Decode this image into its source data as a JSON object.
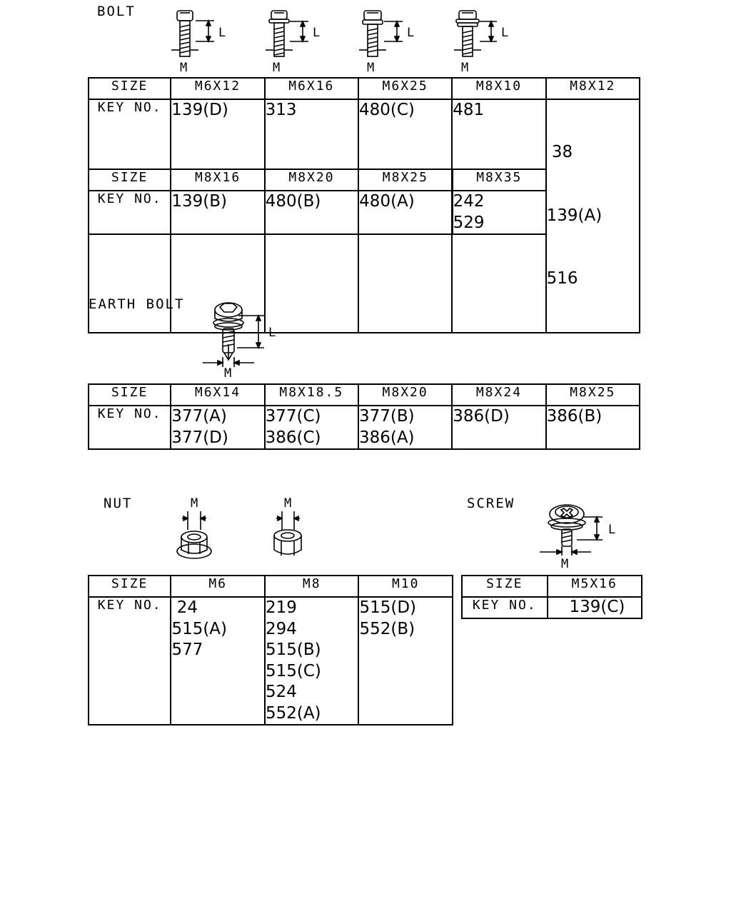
{
  "common": {
    "size_header": "SIZE",
    "key_header": "KEY NO.",
    "dim_length": "L",
    "dim_thread": "M"
  },
  "bolt": {
    "title": "BOLT",
    "table1": {
      "sizes": [
        "M6X12",
        "M6X16",
        "M6X25",
        "M8X10",
        "M8X12"
      ],
      "keys": [
        [
          "139(D)"
        ],
        [
          "313"
        ],
        [
          "480(C)"
        ],
        [
          "481"
        ],
        [
          " 38",
          "139(A)",
          "516"
        ]
      ]
    },
    "table2": {
      "sizes": [
        "M8X16",
        "M8X20",
        "M8X25",
        "M8X35"
      ],
      "keys": [
        [
          "139(B)"
        ],
        [
          "480(B)"
        ],
        [
          "480(A)"
        ],
        [
          "242",
          "529"
        ]
      ]
    }
  },
  "earth_bolt": {
    "title": "EARTH BOLT",
    "table": {
      "sizes": [
        "M6X14",
        "M8X18.5",
        "M8X20",
        "M8X24",
        "M8X25"
      ],
      "keys": [
        [
          "377(A)",
          "377(D)"
        ],
        [
          "377(C)",
          "386(C)"
        ],
        [
          "377(B)",
          "386(A)"
        ],
        [
          "386(D)"
        ],
        [
          "386(B)"
        ]
      ]
    }
  },
  "nut": {
    "title": "NUT",
    "table": {
      "sizes": [
        "M6",
        "M8",
        "M10"
      ],
      "keys": [
        [
          " 24",
          "515(A)",
          "577"
        ],
        [
          "219",
          "294",
          "515(B)",
          "515(C)",
          "524",
          "552(A)"
        ],
        [
          "515(D)",
          "552(B)"
        ]
      ]
    }
  },
  "screw": {
    "title": "SCREW",
    "table": {
      "sizes": [
        "M5X16"
      ],
      "keys": [
        [
          "139(C)"
        ]
      ]
    }
  }
}
